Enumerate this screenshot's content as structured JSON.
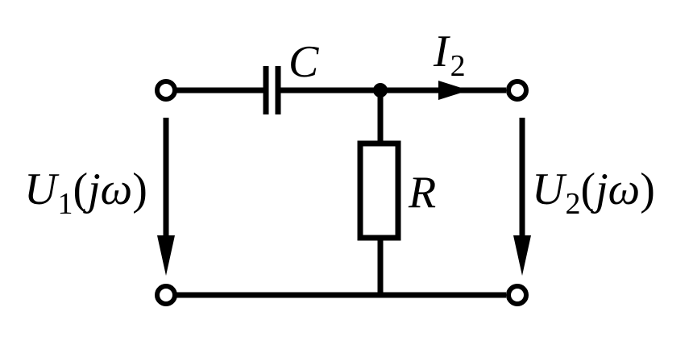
{
  "colors": {
    "ink": "#000000",
    "background": "#ffffff"
  },
  "labels": {
    "capacitor": "C",
    "resistor": "R",
    "current": {
      "symbol": "I",
      "subscript": "2"
    },
    "input_voltage": {
      "symbol": "U",
      "subscript": "1",
      "open": "(",
      "argument_j": "j",
      "argument_omega": "ω",
      "close": ")"
    },
    "output_voltage": {
      "symbol": "U",
      "subscript": "2",
      "open": "(",
      "argument_j": "j",
      "argument_omega": "ω",
      "close": ")"
    }
  }
}
